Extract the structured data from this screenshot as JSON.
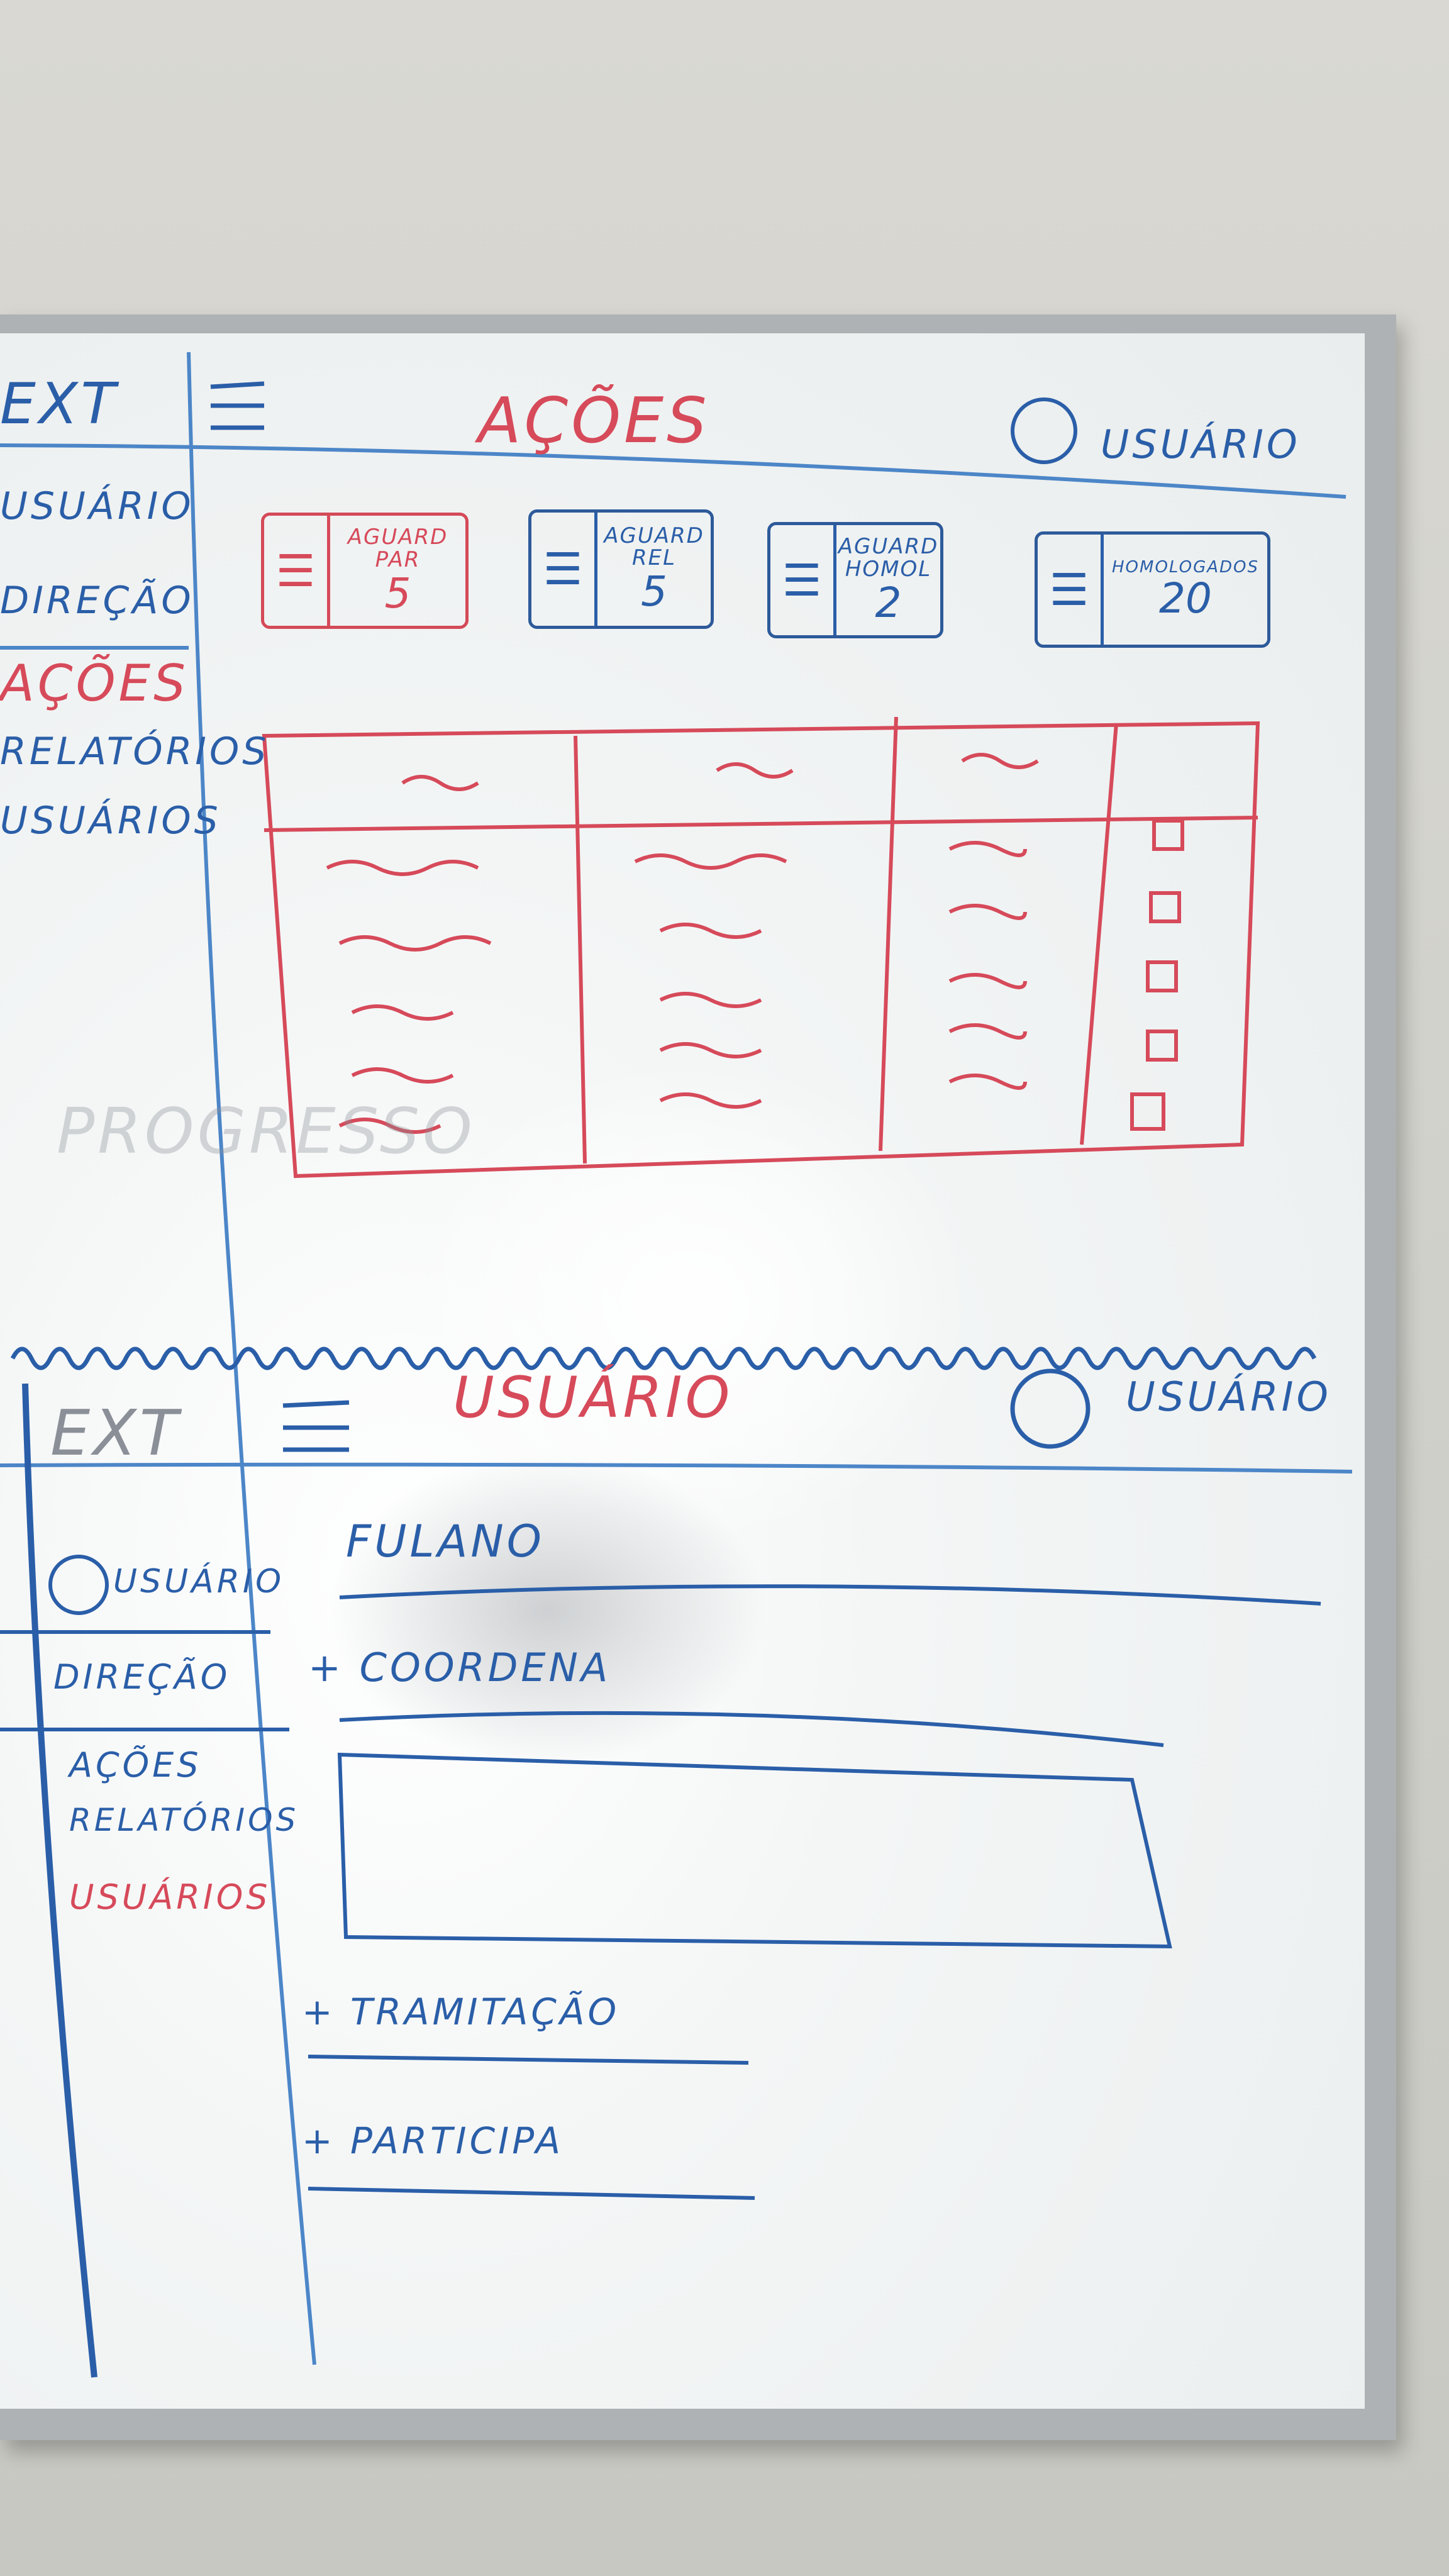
{
  "sketch_top": {
    "brand": "EXT",
    "menu_icon": "hamburger-icon",
    "title": "AÇÕES",
    "user_icon": "avatar-icon",
    "user_label": "USUÁRIO",
    "sidebar": [
      "USUÁRIO",
      "DIREÇÃO",
      "AÇÕES",
      "RELATÓRIOS",
      "USUÁRIOS"
    ],
    "cards": [
      {
        "label1": "AGUARD",
        "label2": "PAR",
        "value": "5"
      },
      {
        "label1": "AGUARD",
        "label2": "REL",
        "value": "5"
      },
      {
        "label1": "AGUARD",
        "label2": "HOMOL",
        "value": "2"
      },
      {
        "label1": "HOMOLOGADOS",
        "label2": "",
        "value": "20"
      }
    ]
  },
  "sketch_bottom": {
    "brand": "EXT",
    "menu_icon": "hamburger-icon",
    "title": "USUÁRIO",
    "user_icon": "avatar-icon",
    "user_label": "USUÁRIO",
    "sidebar": [
      "USUÁRIO",
      "DIREÇÃO",
      "AÇÕES",
      "RELATÓRIOS",
      "USUÁRIOS"
    ],
    "name_value": "FULANO",
    "sections": [
      "+ COORDENA",
      "+ TRAMITAÇÃO",
      "+ PARTICIPA"
    ]
  },
  "ghost_text": [
    "PROGRESSO"
  ],
  "colors": {
    "blue_marker": "#2a5ea8",
    "red_marker": "#d64a5a",
    "frame": "#aeb2b5"
  }
}
